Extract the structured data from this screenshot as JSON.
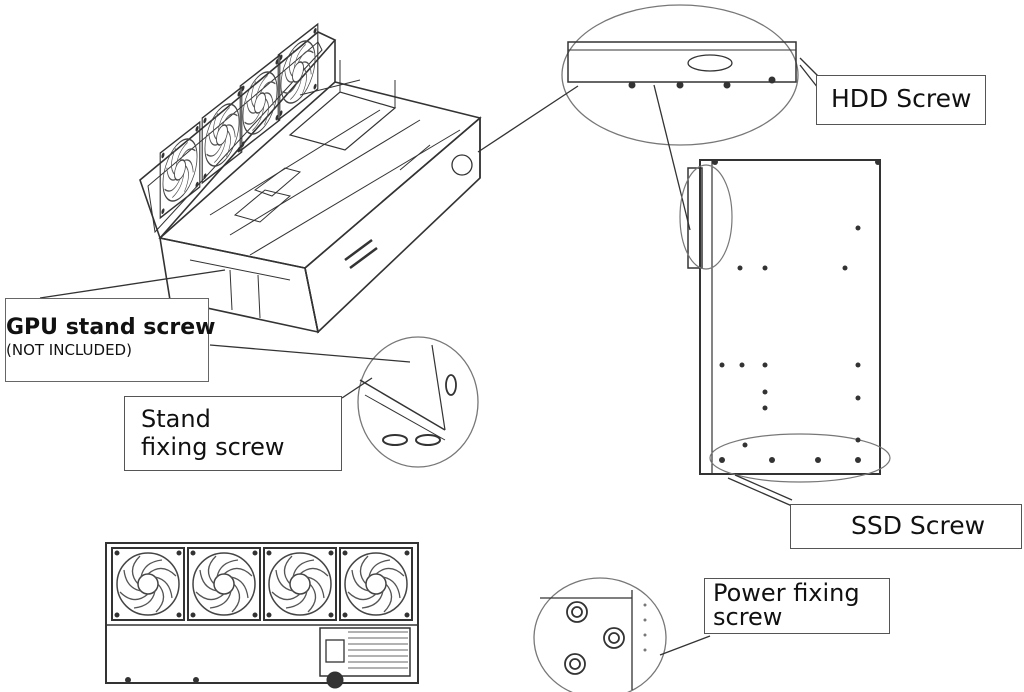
{
  "labels": {
    "hdd_screw": "HDD Screw",
    "ssd_screw": "SSD Screw",
    "gpu_stand_screw": "GPU stand screw",
    "gpu_not_included": "(NOT INCLUDED)",
    "stand_fixing_screw_line1": "Stand",
    "stand_fixing_screw_line2": "fixing screw",
    "power_fixing_screw_line1": "Power fixing",
    "power_fixing_screw_line2": "screw"
  },
  "colors": {
    "line": "#333333",
    "light_line": "#777777",
    "background": "#ffffff"
  },
  "icons": [
    "case-isometric-drawing",
    "hdd-detail-zoom",
    "side-panel-drawing",
    "stand-screw-detail-zoom",
    "front-fan-view",
    "power-screw-detail-zoom"
  ]
}
